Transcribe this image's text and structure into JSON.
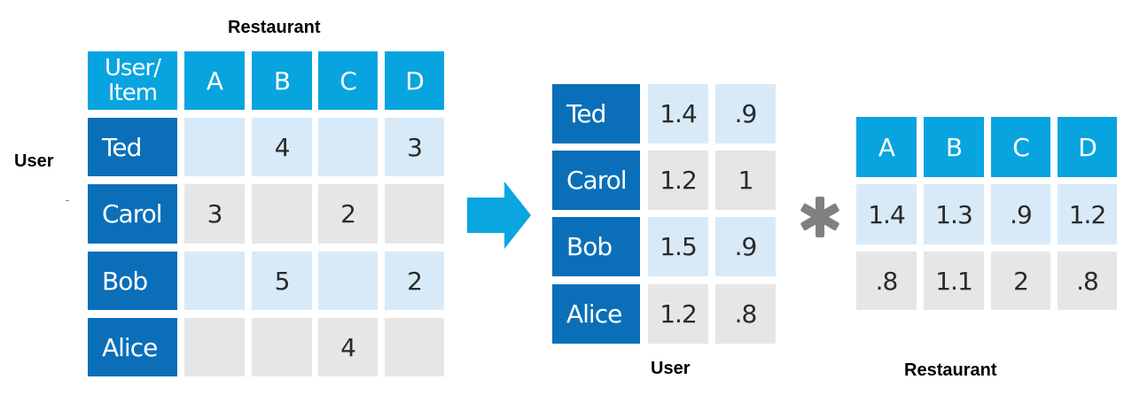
{
  "left": {
    "top_label": "Restaurant",
    "side_label": "User",
    "corner_line1": "User/",
    "corner_line2": "Item",
    "columns": [
      "A",
      "B",
      "C",
      "D"
    ],
    "rows": [
      {
        "name": "Ted",
        "values": [
          "",
          "4",
          "",
          "3"
        ]
      },
      {
        "name": "Carol",
        "values": [
          "3",
          "",
          "2",
          ""
        ]
      },
      {
        "name": "Bob",
        "values": [
          "",
          "5",
          "",
          "2"
        ]
      },
      {
        "name": "Alice",
        "values": [
          "",
          "",
          "4",
          ""
        ]
      }
    ]
  },
  "user_matrix": {
    "label": "User",
    "rows": [
      {
        "name": "Ted",
        "values": [
          "1.4",
          ".9"
        ]
      },
      {
        "name": "Carol",
        "values": [
          "1.2",
          "1"
        ]
      },
      {
        "name": "Bob",
        "values": [
          "1.5",
          ".9"
        ]
      },
      {
        "name": "Alice",
        "values": [
          "1.2",
          ".8"
        ]
      }
    ]
  },
  "restaurant_matrix": {
    "label": "Restaurant",
    "columns": [
      "A",
      "B",
      "C",
      "D"
    ],
    "rows": [
      [
        "1.4",
        "1.3",
        ".9",
        "1.2"
      ],
      [
        ".8",
        "1.1",
        "2",
        ".8"
      ]
    ]
  },
  "operator_symbol": "✱",
  "colors": {
    "header_cyan": "#08a4df",
    "row_blue": "#0a6fb8",
    "light_blue_cell": "#d8eaf8",
    "gray_cell": "#e6e6e6",
    "arrow": "#0aa6e0",
    "operator": "#808080"
  }
}
